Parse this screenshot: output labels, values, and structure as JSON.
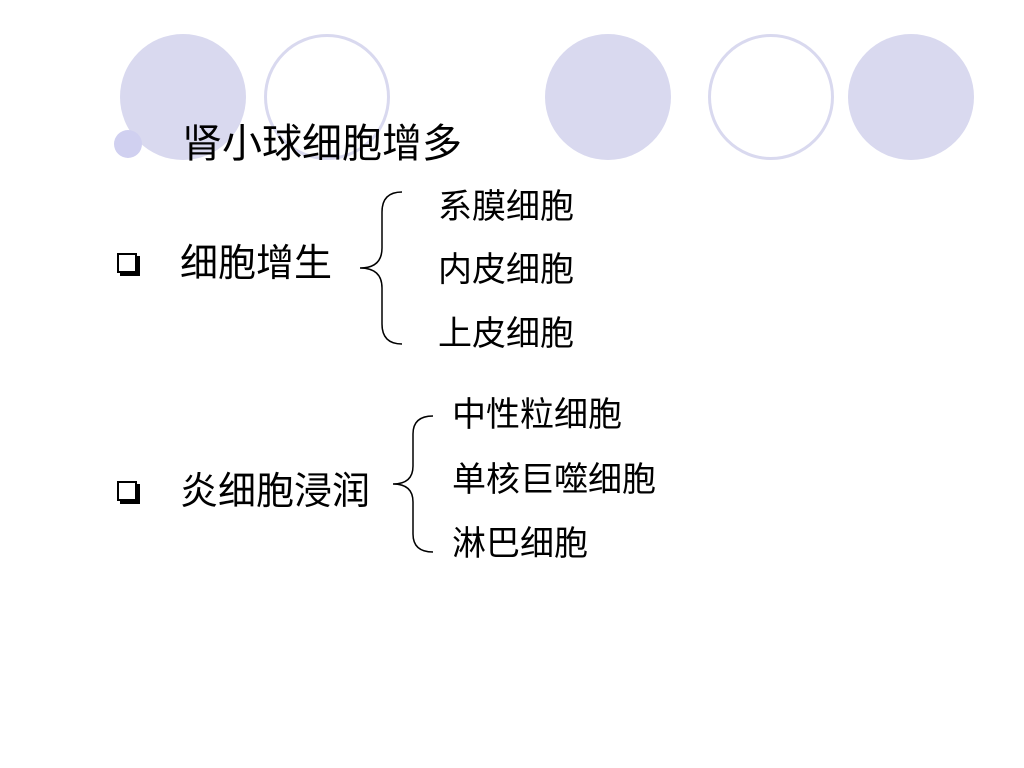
{
  "slide": {
    "title": "肾小球细胞增多",
    "groups": [
      {
        "label": "细胞增生",
        "items": [
          "系膜细胞",
          "内皮细胞",
          "上皮细胞"
        ]
      },
      {
        "label": "炎细胞浸润",
        "items": [
          "中性粒细胞",
          "单核巨噬细胞",
          "淋巴细胞"
        ]
      }
    ]
  },
  "colors": {
    "circle_fill": "#d9d9ef",
    "title_bullet": "#d0d0f0",
    "text": "#000000"
  },
  "icons": {
    "title_bullet": "filled-circle-bullet-icon",
    "group_bullet": "hollow-square-bullet-icon"
  }
}
